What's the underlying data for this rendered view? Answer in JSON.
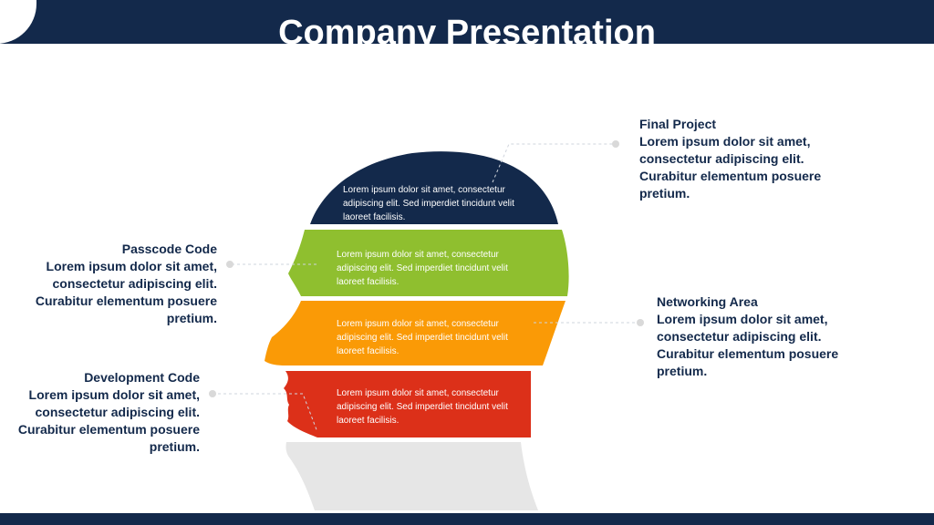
{
  "header": {
    "title": "Company Presentation"
  },
  "colors": {
    "navy": "#13294b",
    "green": "#8fbf2f",
    "orange": "#fa9a06",
    "red": "#dc3019",
    "gray": "#e6e6e6"
  },
  "segments": [
    {
      "text": "Lorem ipsum dolor sit amet, consectetur adipiscing elit. Sed imperdiet tincidunt velit laoreet facilisis."
    },
    {
      "text": "Lorem ipsum dolor sit amet, consectetur adipiscing elit. Sed imperdiet tincidunt velit laoreet facilisis."
    },
    {
      "text": "Lorem ipsum dolor sit amet, consectetur adipiscing elit. Sed imperdiet tincidunt velit laoreet facilisis."
    },
    {
      "text": "Lorem ipsum dolor sit amet, consectetur adipiscing elit. Sed imperdiet tincidunt velit laoreet facilisis."
    }
  ],
  "callouts": {
    "final_project": {
      "title": "Final Project",
      "body": "Lorem ipsum dolor sit amet, consectetur adipiscing elit. Curabitur elementum posuere pretium."
    },
    "passcode_code": {
      "title": "Passcode Code",
      "body": "Lorem ipsum dolor sit amet, consectetur adipiscing elit. Curabitur elementum posuere pretium."
    },
    "networking_area": {
      "title": "Networking Area",
      "body": "Lorem ipsum dolor sit amet, consectetur adipiscing elit. Curabitur elementum posuere pretium."
    },
    "development_code": {
      "title": "Development Code",
      "body": "Lorem ipsum dolor sit amet, consectetur adipiscing elit. Curabitur elementum posuere pretium."
    }
  }
}
